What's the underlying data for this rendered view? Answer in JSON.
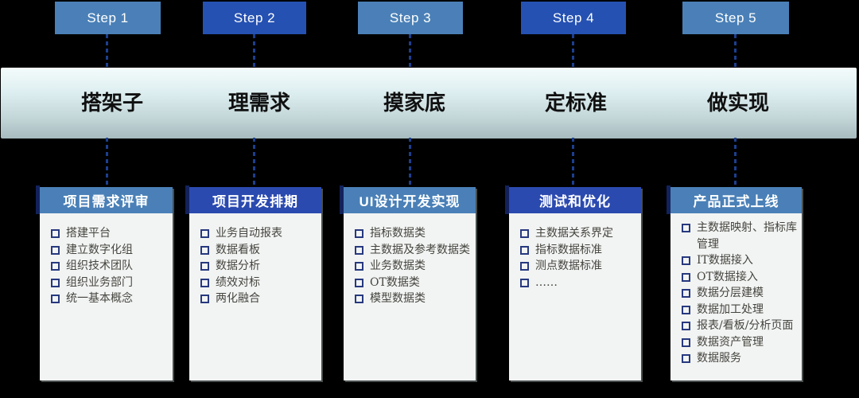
{
  "colors": {
    "background": "#000000",
    "step_light_blue": "#4a80b7",
    "step_dark_blue": "#2551b2",
    "card_header_dark_blue": "#2b4ab0",
    "connector_navy": "#1c3f8f",
    "band_gradient_top": "#f3fbfb",
    "band_gradient_bottom": "#a7bcbf",
    "card_background": "#f2f4f3"
  },
  "steps": [
    {
      "label": "Step 1",
      "phase": "搭架子",
      "card": {
        "title": "项目需求评审",
        "items": [
          "搭建平台",
          "建立数字化组",
          "组织技术团队",
          "组织业务部门",
          "统一基本概念"
        ]
      }
    },
    {
      "label": "Step 2",
      "phase": "理需求",
      "card": {
        "title": "项目开发排期",
        "items": [
          "业务自动报表",
          "数据看板",
          "数据分析",
          "绩效对标",
          "两化融合"
        ]
      }
    },
    {
      "label": "Step 3",
      "phase": "摸家底",
      "card": {
        "title": "UI设计开发实现",
        "items": [
          "指标数据类",
          "主数据及参考数据类",
          "业务数据类",
          "OT数据类",
          "模型数据类"
        ]
      }
    },
    {
      "label": "Step 4",
      "phase": "定标准",
      "card": {
        "title": "测试和优化",
        "items": [
          "主数据关系界定",
          "指标数据标准",
          "测点数据标准",
          "……"
        ]
      }
    },
    {
      "label": "Step 5",
      "phase": "做实现",
      "card": {
        "title": "产品正式上线",
        "items": [
          "主数据映射、指标库管理",
          "IT数据接入",
          "OT数据接入",
          "数据分层建模",
          "数据加工处理",
          "报表/看板/分析页面",
          "数据资产管理",
          "数据服务"
        ]
      }
    }
  ]
}
